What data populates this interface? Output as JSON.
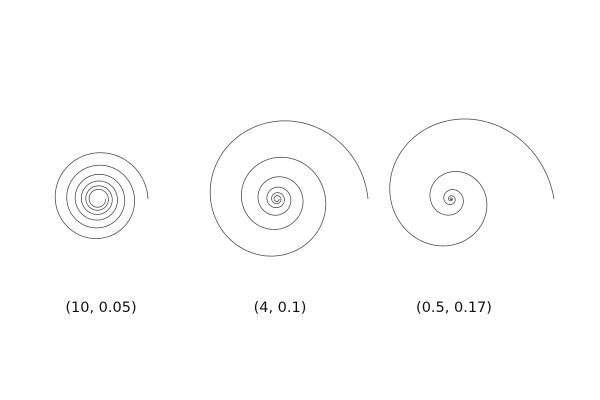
{
  "figure": {
    "background": "#ffffff",
    "stroke_color": "#444444",
    "spirals": [
      {
        "label": "(10, 0.05)",
        "a": 10,
        "b": 0.05
      },
      {
        "label": "(4, 0.1)",
        "a": 4,
        "b": 0.1
      },
      {
        "label": "(0.5, 0.17)",
        "a": 0.5,
        "b": 0.17
      }
    ]
  }
}
